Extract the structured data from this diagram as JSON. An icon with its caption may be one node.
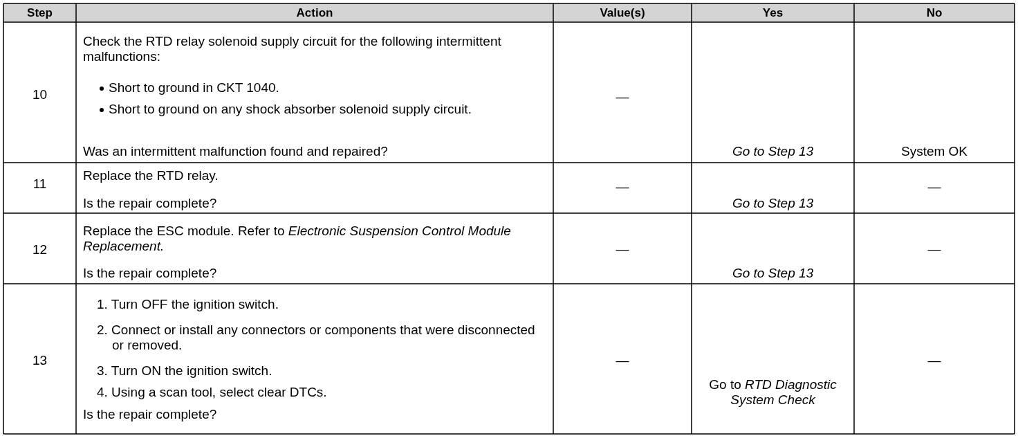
{
  "diagram": {
    "labels": [
      "Step",
      "Action",
      "Value(s)",
      "Yes",
      "No",
      "10",
      "Check the RTD relay solenoid supply circuit for the following intermittent malfunctions:",
      "Short to ground in CKT 1040.",
      "Short to ground on any shock absorber solenoid supply circuit.",
      "Was an intermittent malfunction found and repaired?",
      "—",
      "Go to Step 13",
      "System OK",
      "11",
      "Replace the RTD relay.",
      "Is the repair complete?",
      "—",
      "Go to Step 13",
      "—",
      "12",
      "Replace the ESC module. Refer to *Electronic Suspension Control Module Replacement.*",
      "Is the repair complete?",
      "—",
      "Go to Step 13",
      "—",
      "13",
      "1. Turn OFF the ignition switch.",
      "2. Connect or install any connectors or components that were disconnected or removed.",
      "3. Turn ON the ignition switch.",
      "4. Using a scan tool, select clear DTCs.",
      "Is the repair complete?",
      "—",
      "Go to *RTD Diagnostic System Check*",
      "—"
    ]
  }
}
